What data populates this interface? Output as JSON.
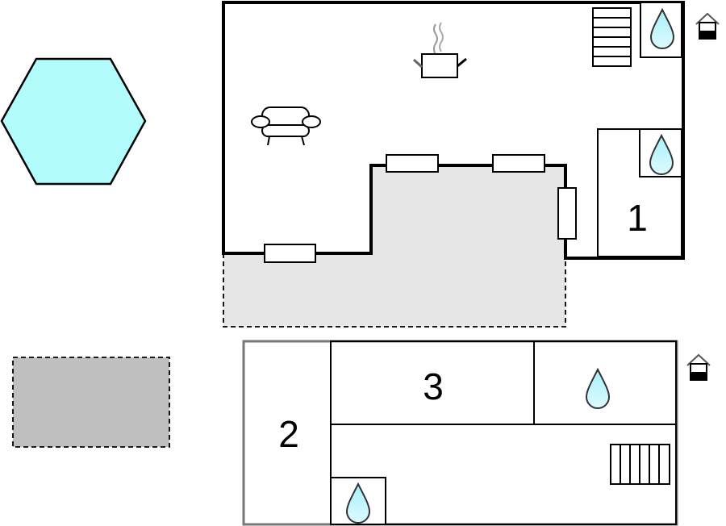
{
  "rooms": {
    "room1": "1",
    "room2": "2",
    "room3": "3"
  },
  "colors": {
    "pool": "#b3fcfe",
    "terrace": "#e6e6e6",
    "parking": "#bfbfbf",
    "water": "#c6f6fb"
  },
  "icons": [
    "pool-hexagon",
    "sofa-icon",
    "kitchen-pot-icon",
    "stairs-icon",
    "bathroom-drop-icon",
    "house-level-icon"
  ]
}
